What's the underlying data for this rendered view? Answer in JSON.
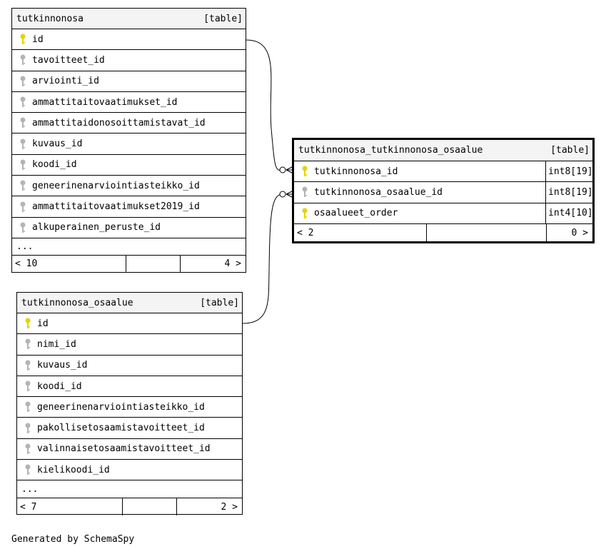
{
  "footer_text": "Generated by SchemaSpy",
  "colors": {
    "primary_key": "#e6d200",
    "foreign_key": "#b4b4b4",
    "header_bg": "#f4f4f4"
  },
  "tables": {
    "tutkinnonosa": {
      "name": "tutkinnonosa",
      "kind": "[table]",
      "columns": [
        {
          "name": "id",
          "key": "primary"
        },
        {
          "name": "tavoitteet_id",
          "key": "foreign"
        },
        {
          "name": "arviointi_id",
          "key": "foreign"
        },
        {
          "name": "ammattitaitovaatimukset_id",
          "key": "foreign"
        },
        {
          "name": "ammattitaidonosoittamistavat_id",
          "key": "foreign"
        },
        {
          "name": "kuvaus_id",
          "key": "foreign"
        },
        {
          "name": "koodi_id",
          "key": "foreign"
        },
        {
          "name": "geneerinenarviointiasteikko_id",
          "key": "foreign"
        },
        {
          "name": "ammattitaitovaatimukset2019_id",
          "key": "foreign"
        },
        {
          "name": "alkuperainen_peruste_id",
          "key": "foreign"
        }
      ],
      "ellipsis": "...",
      "footer_left": "< 10",
      "footer_right": "4 >"
    },
    "tutkinnonosa_osaalue": {
      "name": "tutkinnonosa_osaalue",
      "kind": "[table]",
      "columns": [
        {
          "name": "id",
          "key": "primary"
        },
        {
          "name": "nimi_id",
          "key": "foreign"
        },
        {
          "name": "kuvaus_id",
          "key": "foreign"
        },
        {
          "name": "koodi_id",
          "key": "foreign"
        },
        {
          "name": "geneerinenarviointiasteikko_id",
          "key": "foreign"
        },
        {
          "name": "pakollisetosaamistavoitteet_id",
          "key": "foreign"
        },
        {
          "name": "valinnaisetosaamistavoitteet_id",
          "key": "foreign"
        },
        {
          "name": "kielikoodi_id",
          "key": "foreign"
        }
      ],
      "ellipsis": "...",
      "footer_left": "< 7",
      "footer_right": "2 >"
    },
    "tutkinnonosa_tutkinnonosa_osaalue": {
      "name": "tutkinnonosa_tutkinnonosa_osaalue",
      "kind": "[table]",
      "columns": [
        {
          "name": "tutkinnonosa_id",
          "key": "primary",
          "type": "int8[19]"
        },
        {
          "name": "tutkinnonosa_osaalue_id",
          "key": "foreign",
          "type": "int8[19]"
        },
        {
          "name": "osaalueet_order",
          "key": "primary",
          "type": "int4[10]"
        }
      ],
      "footer_left": "< 2",
      "footer_right": "0 >"
    }
  }
}
